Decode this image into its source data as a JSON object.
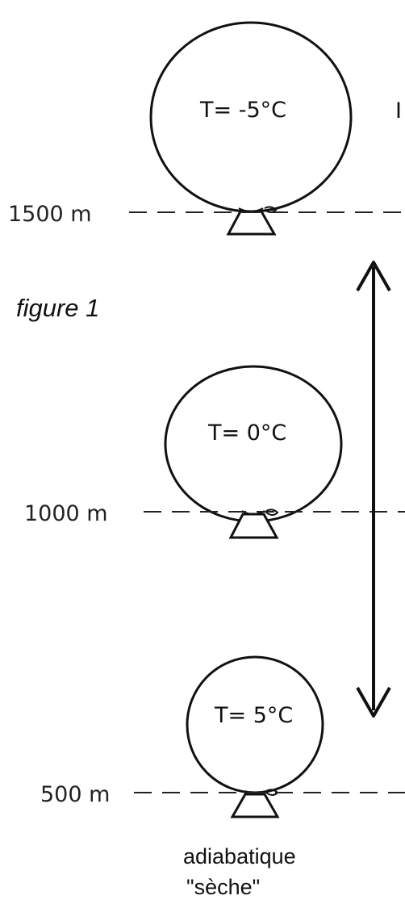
{
  "figure_label": "figure 1",
  "caption": {
    "line1": "adiabatique",
    "line2": "\"sèche\""
  },
  "balloons": [
    {
      "altitude": "1500 m",
      "temperature": "T= -5°C"
    },
    {
      "altitude": "1000 m",
      "temperature": "T= 0°C"
    },
    {
      "altitude": "500 m",
      "temperature": "T= 5°C"
    }
  ],
  "partial_right_glyph": "I"
}
